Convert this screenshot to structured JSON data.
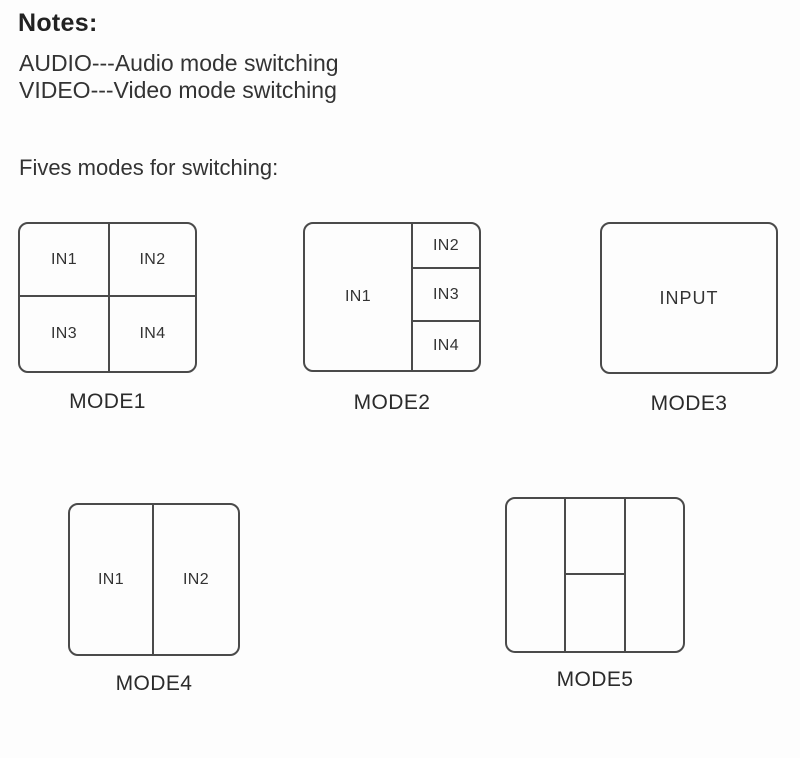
{
  "page": {
    "title": "Notes:",
    "notes": [
      "AUDIO---Audio mode switching",
      "VIDEO---Video mode switching"
    ],
    "intro": "Fives modes for switching:"
  },
  "modes": [
    {
      "id": "mode1",
      "label": "MODE1",
      "layout": "quad-grid",
      "cells": [
        "IN1",
        "IN2",
        "IN3",
        "IN4"
      ]
    },
    {
      "id": "mode2",
      "label": "MODE2",
      "layout": "main-plus-3-stack",
      "cells": [
        "IN1",
        "IN2",
        "IN3",
        "IN4"
      ]
    },
    {
      "id": "mode3",
      "label": "MODE3",
      "layout": "single-fullscreen",
      "cells": [
        "INPUT"
      ]
    },
    {
      "id": "mode4",
      "label": "MODE4",
      "layout": "two-columns",
      "cells": [
        "IN1",
        "IN2"
      ]
    },
    {
      "id": "mode5",
      "label": "MODE5",
      "layout": "three-columns-mid-split",
      "cells": []
    }
  ],
  "colors": {
    "background": "#fdfdfd",
    "line": "#4a4a4a",
    "text": "#2e2e2e"
  }
}
